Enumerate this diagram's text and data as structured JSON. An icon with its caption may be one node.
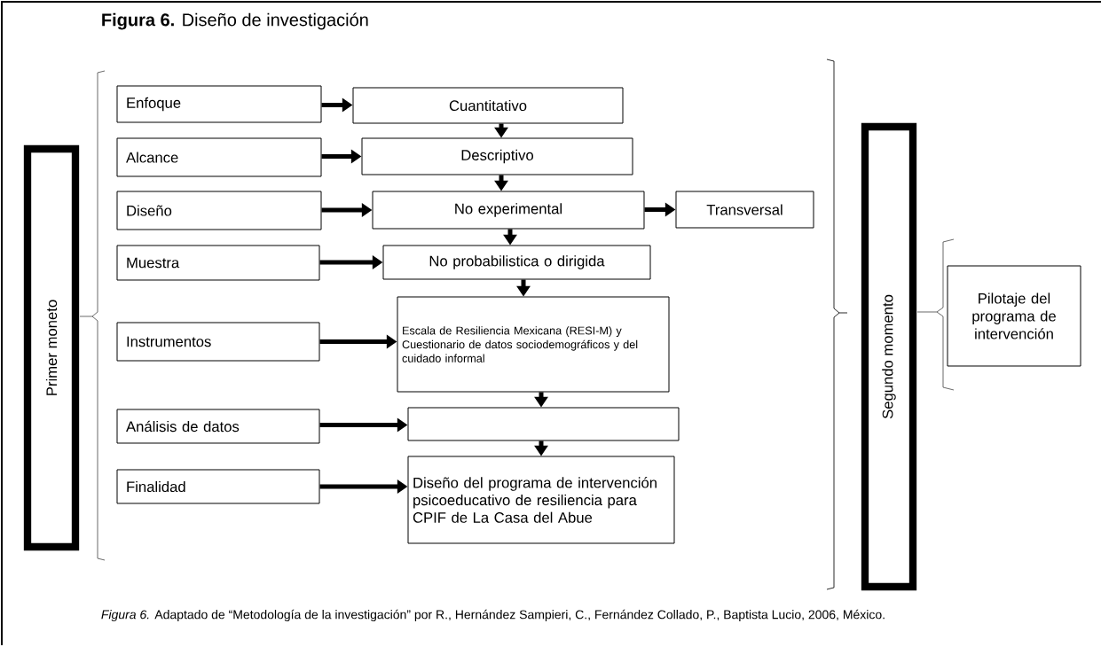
{
  "diagram": {
    "title": "**Figura 6.** Diseño de investigación",
    "caption": "*Figura 6.* Adaptado de “Metodología de la investigación” por R., Hernández Sampieri, C., Fernández Collado, P., Baptista Lucio, 2006, México.",
    "nodes": [
      {
        "text": [
          "Primer moneto"
        ]
      },
      {
        "text": [
          "Enfoque"
        ]
      },
      {
        "text": [
          "Cuantitativo"
        ]
      },
      {
        "text": [
          "Alcance"
        ]
      },
      {
        "text": [
          "Descriptivo"
        ]
      },
      {
        "text": [
          "Diseño"
        ]
      },
      {
        "text": [
          "No experimental"
        ]
      },
      {
        "text": [
          "Transversal"
        ]
      },
      {
        "text": [
          "Muestra"
        ]
      },
      {
        "text": [
          "No probabilistica o dirigida"
        ]
      },
      {
        "text": [
          "Instrumentos"
        ]
      },
      {
        "text": [
          "Escala de Resiliencia Mexicana (RESI-M) y Cuestionario de datos sociodemográficos y del cuidado informal"
        ]
      },
      {
        "text": [
          "Análisis de datos"
        ]
      },
      {
        "text": [],
        "shape": "box"
      },
      {
        "text": [
          "Finalidad"
        ]
      },
      {
        "text": [
          "Diseño del programa de intervención psicoeducativo de resiliencia para CPIF de La Casa del Abue"
        ]
      },
      {
        "text": [
          "Segundo momento"
        ]
      },
      {
        "text": [
          "Pilotaje del programa de intervención"
        ]
      }
    ],
    "edges": [
      {
        "from": 1,
        "to": 2,
        "arrow": "to"
      },
      {
        "from": 2,
        "to": 4,
        "arrow": "to"
      },
      {
        "from": 3,
        "to": 4,
        "arrow": "to"
      },
      {
        "from": 4,
        "to": 6,
        "arrow": "to"
      },
      {
        "from": 5,
        "to": 6,
        "arrow": "to"
      },
      {
        "from": 6,
        "to": 7,
        "arrow": "to"
      },
      {
        "from": 6,
        "to": 9,
        "arrow": "to"
      },
      {
        "from": 8,
        "to": 9,
        "arrow": "to"
      },
      {
        "from": 9,
        "to": 11,
        "arrow": "to"
      },
      {
        "from": 10,
        "to": 11,
        "arrow": "to"
      },
      {
        "from": 11,
        "to": 13,
        "arrow": "to"
      },
      {
        "from": 12,
        "to": 13,
        "arrow": "to"
      },
      {
        "from": 13,
        "to": 15,
        "arrow": "to"
      },
      {
        "from": 14,
        "to": 15,
        "arrow": "to"
      }
    ]
  }
}
